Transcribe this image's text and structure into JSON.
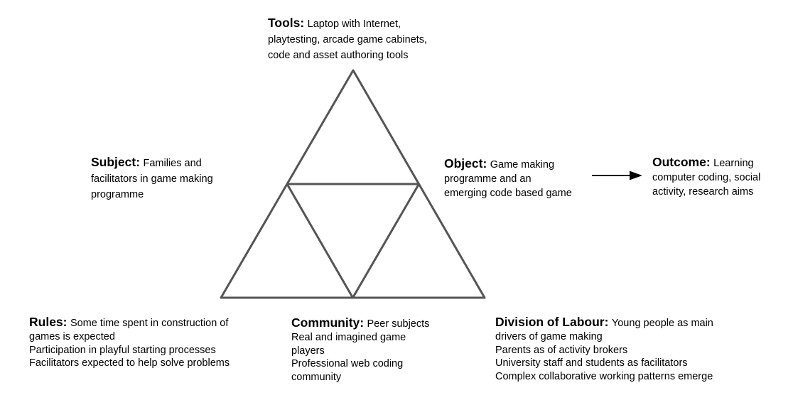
{
  "theme": {
    "background": "#ffffff",
    "line_color": "#555555",
    "arrow_color": "#000000",
    "text_color": "#000000"
  },
  "diagram": {
    "nodes": {
      "tools": {
        "label": "Tools:",
        "body": "Laptop with Internet,\nplaytesting, arcade game cabinets,\ncode and asset authoring tools"
      },
      "subject": {
        "label": "Subject:",
        "body": "Families and\nfacilitators in game making\nprogramme"
      },
      "object": {
        "label": "Object:",
        "body": "Game making\nprogramme and an\nemerging code based game"
      },
      "outcome": {
        "label": "Outcome:",
        "body": "Learning\ncomputer coding, social\nactivity, research aims"
      },
      "rules": {
        "label": "Rules:",
        "body": "Some time spent in construction of\ngames is expected\nParticipation in playful starting processes\nFacilitators expected to help solve problems"
      },
      "community": {
        "label": "Community:",
        "body": "Peer subjects\nReal and imagined game\nplayers\nProfessional web coding\ncommunity"
      },
      "division_of_labour": {
        "label": "Division of Labour:",
        "body": "Young people as main\ndrivers of game making\nParents as of activity brokers\nUniversity staff and students as facilitators\nComplex collaborative working patterns emerge"
      }
    }
  }
}
